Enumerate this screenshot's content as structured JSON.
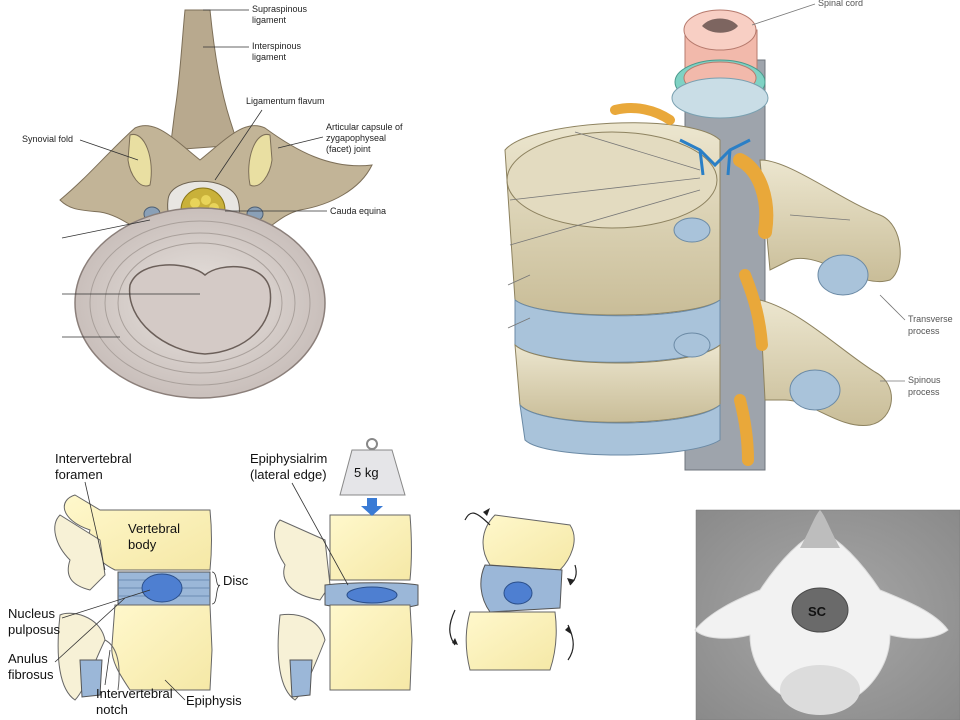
{
  "panels": {
    "axial": {
      "labels": {
        "supraspinous": [
          "Supraspinous",
          "ligament"
        ],
        "interspinous": [
          "Interspinous",
          "ligament"
        ],
        "flavum": "Ligamentum flavum",
        "synovial": "Synovial fold",
        "capsule": [
          "Articular capsule of",
          "zygapophyseal",
          "(facet) joint"
        ],
        "cauda": "Cauda equina"
      }
    },
    "spine3d": {
      "labels": {
        "cord": "Spinal cord",
        "transverse": [
          "Transverse",
          "process"
        ],
        "spinous": [
          "Spinous",
          "process"
        ]
      }
    },
    "disc": {
      "labels": {
        "foramen": [
          "Intervertebral",
          "foramen"
        ],
        "body": [
          "Vertebral",
          "body"
        ],
        "disc": "Disc",
        "nucleus": [
          "Nucleus",
          "pulposus"
        ],
        "anulus": [
          "Anulus",
          "fibrosus"
        ],
        "notch": [
          "Intervertebral",
          "notch"
        ],
        "epiphysis": "Epiphysis",
        "rim": [
          "Epiphysialrim",
          "(lateral edge)"
        ],
        "weight": "5 kg"
      }
    },
    "ct": {
      "labels": {
        "sc": "SC"
      }
    }
  }
}
